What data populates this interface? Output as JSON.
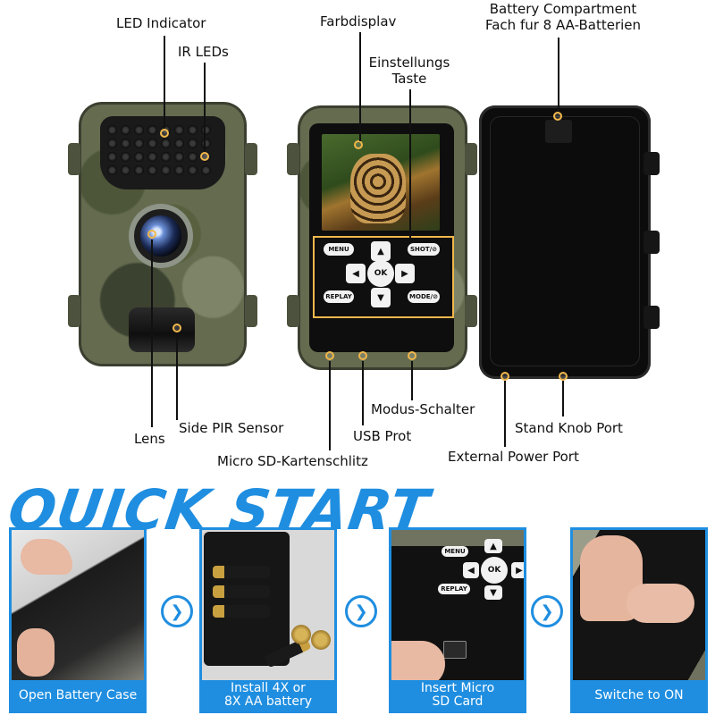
{
  "labels": {
    "led_indicator": "LED Indicator",
    "ir_leds": "IR LEDs",
    "farbdisplay": "Farbdisplav",
    "einstellungs_line1": "Einstellungs",
    "einstellungs_line2": "Taste",
    "battery_line1": "Battery Compartment",
    "battery_line2": "Fach fur 8 AA-Batterien",
    "lens": "Lens",
    "side_pir": "Side PIR Sensor",
    "micro_sd": "Micro SD-Kartenschlitz",
    "usb": "USB Prot",
    "modus": "Modus-Schalter",
    "external_power": "External Power Port",
    "stand_knob": "Stand Knob Port"
  },
  "keypad": {
    "menu": "MENU",
    "shot": "SHOT/⊘",
    "replay": "REPLAY",
    "mode": "MODE/⊘",
    "ok": "OK"
  },
  "quick_start": {
    "title": "QUICK START",
    "steps": [
      {
        "caption": "Open Battery Case"
      },
      {
        "caption": "Install 4X or\n8X AA battery"
      },
      {
        "caption": "Insert Micro\nSD Card"
      },
      {
        "caption": "Switche to ON"
      }
    ],
    "step3_keys": {
      "menu": "MENU",
      "ok": "OK",
      "replay": "REPLAY"
    }
  },
  "colors": {
    "accent": "#1f8ee0",
    "marker": "#f2b74c",
    "camo": "#646b4f"
  }
}
